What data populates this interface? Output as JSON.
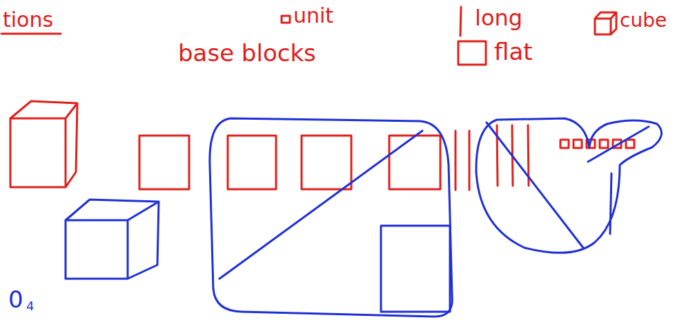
{
  "diagram": {
    "labels": [
      "tions",
      "unit",
      "long",
      "cube",
      "base blocks",
      "flat",
      "0",
      "4"
    ]
  }
}
